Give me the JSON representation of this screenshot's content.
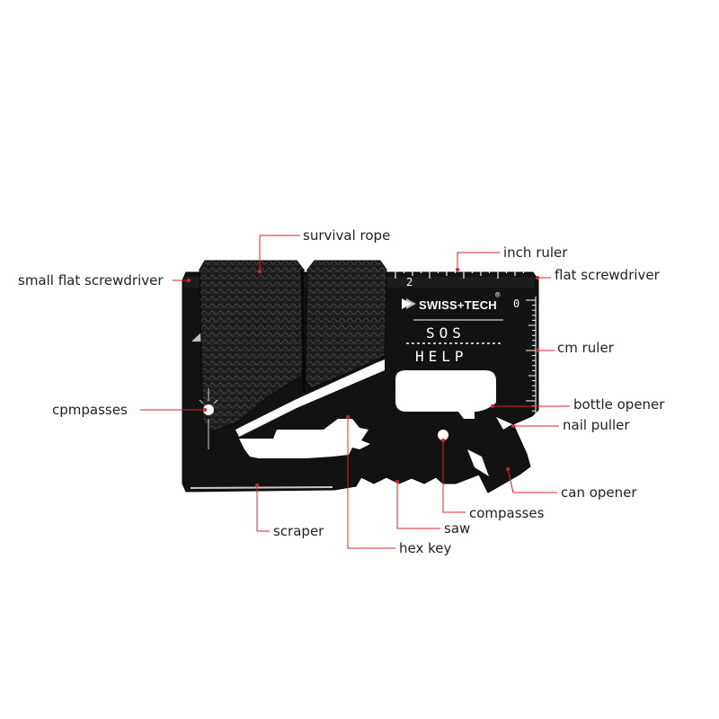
{
  "colors": {
    "leader": "#d9232b",
    "card": "#111111",
    "text": "#222222"
  },
  "card": {
    "brand": "SWISS+TECH",
    "registered_mark": "®",
    "sos": "SOS",
    "help": "HELP",
    "ruler_numbers": [
      "2",
      "0"
    ]
  },
  "labels": {
    "survival_rope": "survival rope",
    "inch_ruler": "inch ruler",
    "small_flat_screwdriver": "small flat screwdriver",
    "flat_screwdriver": "flat screwdriver",
    "cm_ruler": "cm ruler",
    "cpmpasses": "cpmpasses",
    "bottle_opener": "bottle opener",
    "nail_puller": "nail puller",
    "can_opener": "can opener",
    "compasses": "compasses",
    "scraper": "scraper",
    "saw": "saw",
    "hex_key": "hex key"
  }
}
